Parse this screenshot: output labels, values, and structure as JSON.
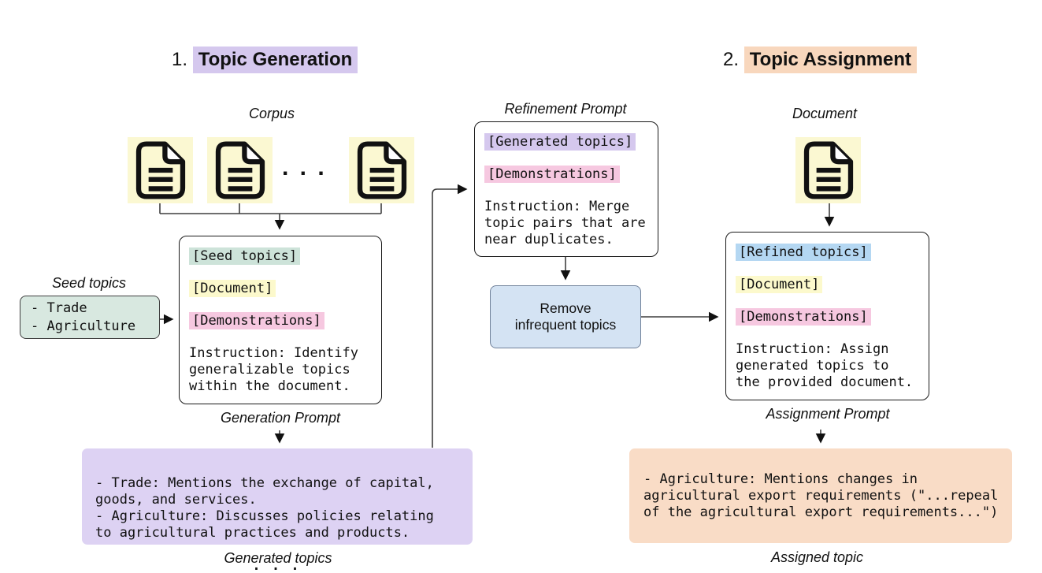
{
  "colors": {
    "purple_hl": "#d5c8ee",
    "peach_hl": "#f8d7bd",
    "green_hl": "#cde3d9",
    "yellow_hl": "#fcf9cc",
    "pink_hl": "#f6c8e0",
    "blue_hl": "#b4d7f2",
    "purple_box": "#ddd2f3",
    "peach_box": "#f9dcc6",
    "blue_box": "#d4e3f3",
    "seed_box": "#d8e8e0",
    "doc_bg": "#fbf8d2",
    "line": "#3f3f3f"
  },
  "stage1": {
    "number": "1.",
    "title": "Topic Generation",
    "corpus_label": "Corpus",
    "corpus_ellipsis": ". . .",
    "seed_label": "Seed topics",
    "seed_items": "- Trade\n- Agriculture",
    "prompt": {
      "field_seed": "[Seed topics]",
      "field_document": "[Document]",
      "field_demos": "[Demonstrations]",
      "instruction": "Instruction: Identify\ngeneralizable topics\nwithin the document."
    },
    "prompt_label": "Generation Prompt",
    "generated_topics": "- Trade: Mentions the exchange of capital,\ngoods, and services.\n- Agriculture: Discusses policies relating\nto agricultural practices and products.",
    "generated_ellipsis": ". . .",
    "generated_label": "Generated topics"
  },
  "refinement": {
    "prompt_label": "Refinement Prompt",
    "prompt": {
      "field_generated": "[Generated topics]",
      "field_demos": "[Demonstrations]",
      "instruction": "Instruction: Merge\ntopic pairs that are\nnear duplicates."
    },
    "remove_box_label": "Remove\ninfrequent topics"
  },
  "stage2": {
    "number": "2.",
    "title": "Topic Assignment",
    "document_label": "Document",
    "prompt": {
      "field_refined": "[Refined topics]",
      "field_document": "[Document]",
      "field_demos": "[Demonstrations]",
      "instruction": "Instruction: Assign\ngenerated topics to\nthe provided document."
    },
    "prompt_label": "Assignment Prompt",
    "assigned_topic": "- Agriculture: Mentions changes in\nagricultural export requirements (\"...repeal\nof the agricultural export requirements...\")",
    "assigned_label": "Assigned topic"
  }
}
